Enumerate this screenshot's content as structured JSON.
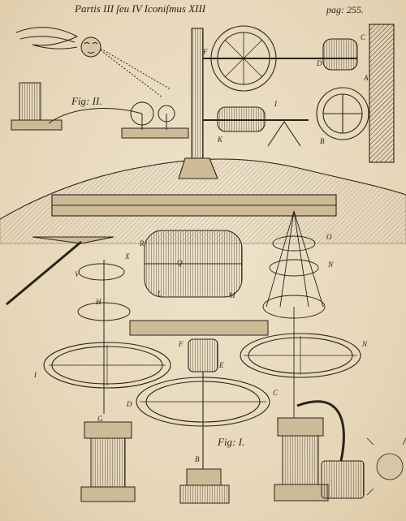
{
  "header": {
    "title": "Partis III ſeu IV Iconiſmus XIII",
    "page": "pag: 255."
  },
  "figures": {
    "fig2": "Fig: II.",
    "fig1": "Fig: I."
  },
  "letters": {
    "F_top": "F",
    "C_top": "C",
    "D_top": "D",
    "A_top": "A",
    "I_top": "I",
    "K_top": "K",
    "B_top": "B",
    "R": "R",
    "V": "V",
    "X": "X",
    "H": "H",
    "Q_low": "Q",
    "L": "L",
    "M": "M",
    "N_mid": "N",
    "O_mid": "O",
    "I_low": "I",
    "D_low": "D",
    "C_low": "C",
    "G": "G",
    "B_low": "B",
    "N_right": "N",
    "F_low": "F",
    "E": "E"
  },
  "colors": {
    "ink": "#2a231b",
    "paper": "#e9dcc3"
  }
}
